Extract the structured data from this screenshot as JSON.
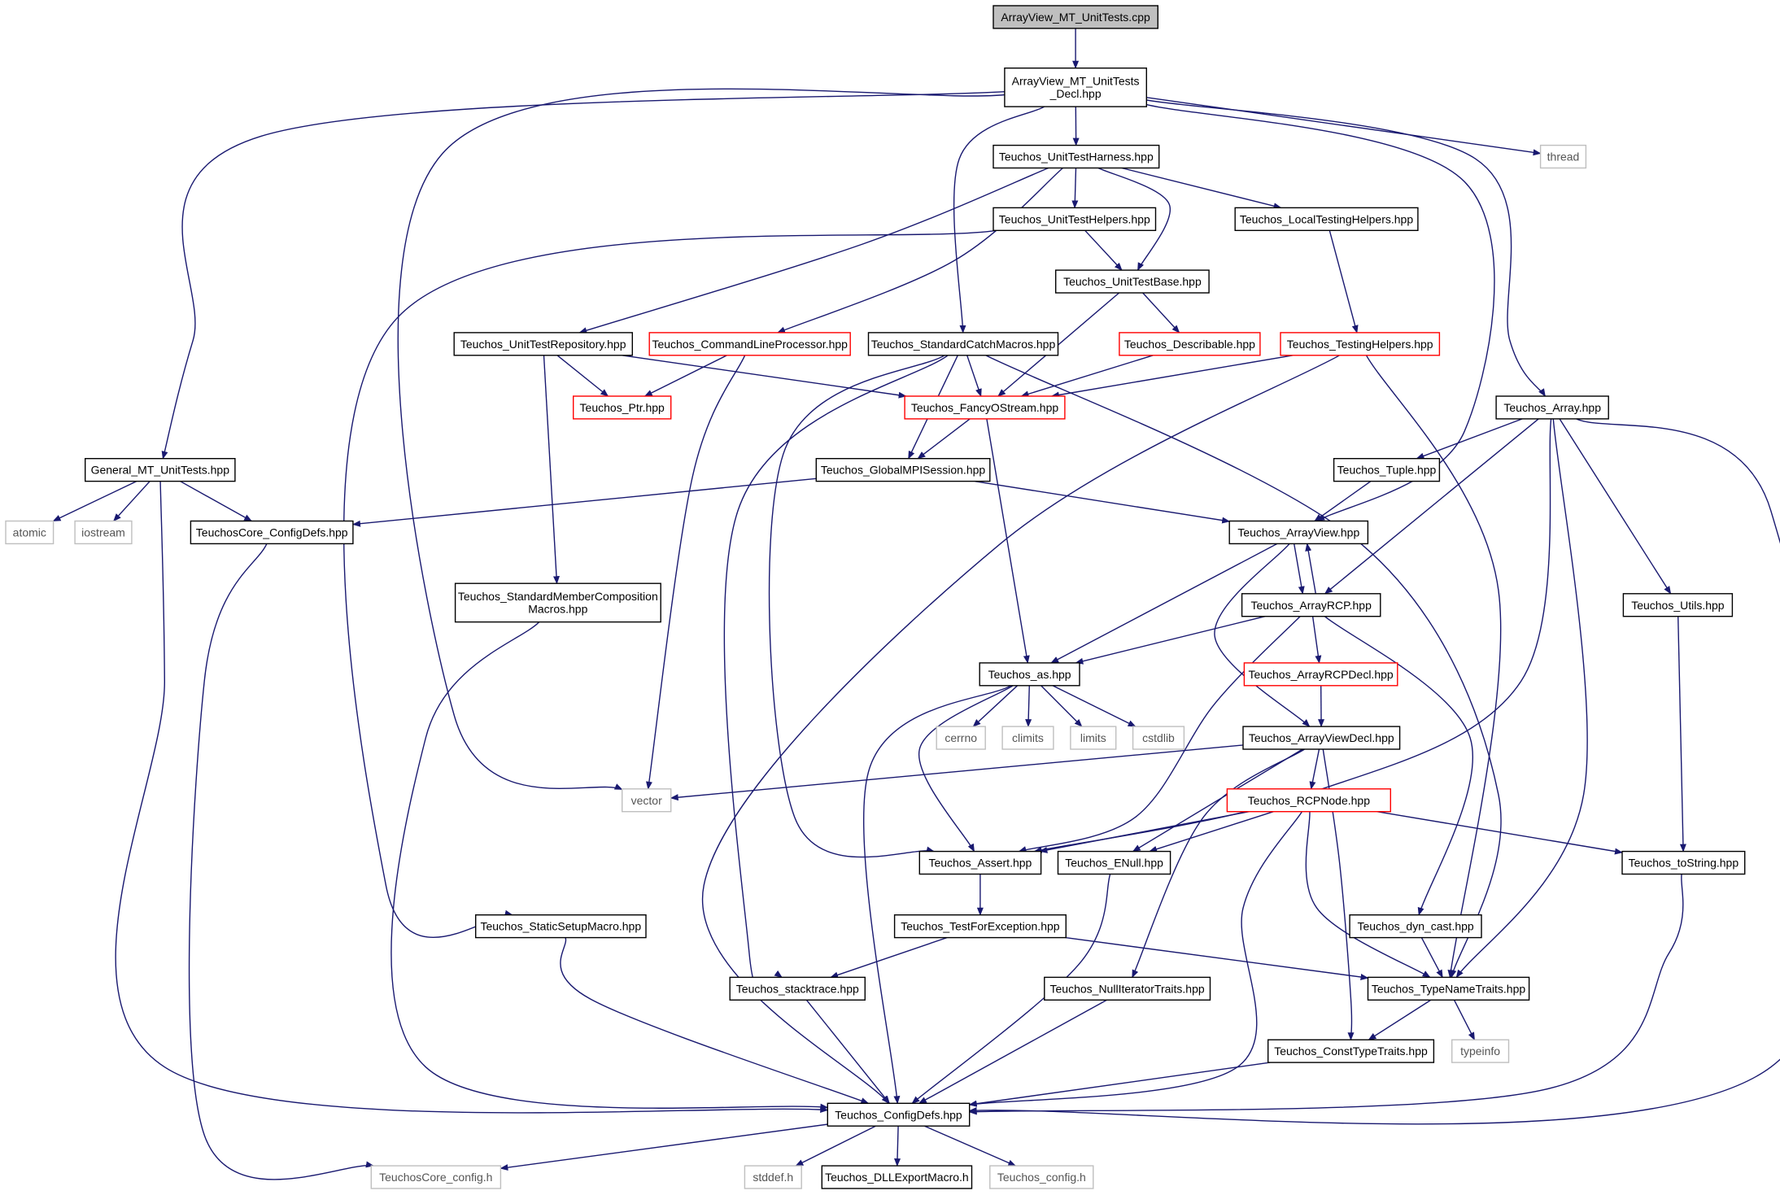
{
  "diagram": {
    "colors": {
      "edge": "#191970",
      "node_border": "#000000",
      "node_border_incomplete": "#ff0000",
      "node_border_system": "#bfbfbf",
      "node_fill": "#ffffff",
      "root_fill": "#bfbfbf",
      "text": "#000000"
    },
    "nodes": [
      {
        "id": "n0",
        "lines": [
          "ArrayView_MT_UnitTests.cpp"
        ],
        "kind": "root"
      },
      {
        "id": "n1",
        "lines": [
          "ArrayView_MT_UnitTests",
          "_Decl.hpp"
        ],
        "kind": "normal"
      },
      {
        "id": "n2",
        "lines": [
          "Teuchos_UnitTestHarness.hpp"
        ],
        "kind": "normal"
      },
      {
        "id": "n3",
        "lines": [
          "thread"
        ],
        "kind": "system"
      },
      {
        "id": "n4",
        "lines": [
          "Teuchos_UnitTestHelpers.hpp"
        ],
        "kind": "normal"
      },
      {
        "id": "n5",
        "lines": [
          "Teuchos_LocalTestingHelpers.hpp"
        ],
        "kind": "normal"
      },
      {
        "id": "n6",
        "lines": [
          "Teuchos_UnitTestBase.hpp"
        ],
        "kind": "normal"
      },
      {
        "id": "n7",
        "lines": [
          "Teuchos_UnitTestRepository.hpp"
        ],
        "kind": "normal"
      },
      {
        "id": "n8",
        "lines": [
          "Teuchos_CommandLineProcessor.hpp"
        ],
        "kind": "incomplete"
      },
      {
        "id": "n9",
        "lines": [
          "Teuchos_StandardCatchMacros.hpp"
        ],
        "kind": "normal"
      },
      {
        "id": "n10",
        "lines": [
          "Teuchos_Describable.hpp"
        ],
        "kind": "incomplete"
      },
      {
        "id": "n11",
        "lines": [
          "Teuchos_TestingHelpers.hpp"
        ],
        "kind": "incomplete"
      },
      {
        "id": "n12",
        "lines": [
          "Teuchos_Ptr.hpp"
        ],
        "kind": "incomplete"
      },
      {
        "id": "n13",
        "lines": [
          "Teuchos_FancyOStream.hpp"
        ],
        "kind": "incomplete"
      },
      {
        "id": "n14",
        "lines": [
          "Teuchos_Array.hpp"
        ],
        "kind": "normal"
      },
      {
        "id": "n15",
        "lines": [
          "General_MT_UnitTests.hpp"
        ],
        "kind": "normal"
      },
      {
        "id": "n16",
        "lines": [
          "Teuchos_GlobalMPISession.hpp"
        ],
        "kind": "normal"
      },
      {
        "id": "n17",
        "lines": [
          "Teuchos_Tuple.hpp"
        ],
        "kind": "normal"
      },
      {
        "id": "n18",
        "lines": [
          "atomic"
        ],
        "kind": "system"
      },
      {
        "id": "n19",
        "lines": [
          "iostream"
        ],
        "kind": "system"
      },
      {
        "id": "n20",
        "lines": [
          "TeuchosCore_ConfigDefs.hpp"
        ],
        "kind": "normal"
      },
      {
        "id": "n21",
        "lines": [
          "Teuchos_ArrayView.hpp"
        ],
        "kind": "normal"
      },
      {
        "id": "n22",
        "lines": [
          "Teuchos_StandardMemberComposition",
          "Macros.hpp"
        ],
        "kind": "normal"
      },
      {
        "id": "n23",
        "lines": [
          "Teuchos_ArrayRCP.hpp"
        ],
        "kind": "normal"
      },
      {
        "id": "n24",
        "lines": [
          "Teuchos_Utils.hpp"
        ],
        "kind": "normal"
      },
      {
        "id": "n25",
        "lines": [
          "Teuchos_as.hpp"
        ],
        "kind": "normal"
      },
      {
        "id": "n26",
        "lines": [
          "Teuchos_ArrayRCPDecl.hpp"
        ],
        "kind": "incomplete"
      },
      {
        "id": "n27",
        "lines": [
          "cerrno"
        ],
        "kind": "system"
      },
      {
        "id": "n28",
        "lines": [
          "climits"
        ],
        "kind": "system"
      },
      {
        "id": "n29",
        "lines": [
          "limits"
        ],
        "kind": "system"
      },
      {
        "id": "n30",
        "lines": [
          "cstdlib"
        ],
        "kind": "system"
      },
      {
        "id": "n31",
        "lines": [
          "Teuchos_ArrayViewDecl.hpp"
        ],
        "kind": "normal"
      },
      {
        "id": "n32",
        "lines": [
          "vector"
        ],
        "kind": "system"
      },
      {
        "id": "n33",
        "lines": [
          "Teuchos_RCPNode.hpp"
        ],
        "kind": "incomplete"
      },
      {
        "id": "n34",
        "lines": [
          "Teuchos_Assert.hpp"
        ],
        "kind": "normal"
      },
      {
        "id": "n35",
        "lines": [
          "Teuchos_ENull.hpp"
        ],
        "kind": "normal"
      },
      {
        "id": "n36",
        "lines": [
          "Teuchos_toString.hpp"
        ],
        "kind": "normal"
      },
      {
        "id": "n37",
        "lines": [
          "Teuchos_StaticSetupMacro.hpp"
        ],
        "kind": "normal"
      },
      {
        "id": "n38",
        "lines": [
          "Teuchos_TestForException.hpp"
        ],
        "kind": "normal"
      },
      {
        "id": "n39",
        "lines": [
          "Teuchos_dyn_cast.hpp"
        ],
        "kind": "normal"
      },
      {
        "id": "n40",
        "lines": [
          "Teuchos_stacktrace.hpp"
        ],
        "kind": "normal"
      },
      {
        "id": "n41",
        "lines": [
          "Teuchos_NullIteratorTraits.hpp"
        ],
        "kind": "normal"
      },
      {
        "id": "n42",
        "lines": [
          "Teuchos_TypeNameTraits.hpp"
        ],
        "kind": "normal"
      },
      {
        "id": "n43",
        "lines": [
          "Teuchos_ConstTypeTraits.hpp"
        ],
        "kind": "normal"
      },
      {
        "id": "n44",
        "lines": [
          "typeinfo"
        ],
        "kind": "system"
      },
      {
        "id": "n45",
        "lines": [
          "Teuchos_ConfigDefs.hpp"
        ],
        "kind": "normal"
      },
      {
        "id": "n46",
        "lines": [
          "TeuchosCore_config.h"
        ],
        "kind": "system"
      },
      {
        "id": "n47",
        "lines": [
          "stddef.h"
        ],
        "kind": "system"
      },
      {
        "id": "n48",
        "lines": [
          "Teuchos_DLLExportMacro.h"
        ],
        "kind": "normal"
      },
      {
        "id": "n49",
        "lines": [
          "Teuchos_config.h"
        ],
        "kind": "system"
      }
    ],
    "edges": [
      [
        "n0",
        "n1"
      ],
      [
        "n1",
        "n2"
      ],
      [
        "n1",
        "n3"
      ],
      [
        "n1",
        "n9"
      ],
      [
        "n1",
        "n14"
      ],
      [
        "n1",
        "n15"
      ],
      [
        "n1",
        "n21"
      ],
      [
        "n1",
        "n32"
      ],
      [
        "n2",
        "n4"
      ],
      [
        "n2",
        "n5"
      ],
      [
        "n2",
        "n6"
      ],
      [
        "n2",
        "n7"
      ],
      [
        "n2",
        "n8"
      ],
      [
        "n4",
        "n6"
      ],
      [
        "n4",
        "n37"
      ],
      [
        "n5",
        "n11"
      ],
      [
        "n6",
        "n10"
      ],
      [
        "n6",
        "n13"
      ],
      [
        "n7",
        "n12"
      ],
      [
        "n7",
        "n13"
      ],
      [
        "n7",
        "n22"
      ],
      [
        "n8",
        "n12"
      ],
      [
        "n8",
        "n32"
      ],
      [
        "n9",
        "n13"
      ],
      [
        "n9",
        "n16"
      ],
      [
        "n9",
        "n34"
      ],
      [
        "n9",
        "n40"
      ],
      [
        "n9",
        "n42"
      ],
      [
        "n10",
        "n13"
      ],
      [
        "n11",
        "n13"
      ],
      [
        "n11",
        "n42"
      ],
      [
        "n11",
        "n45"
      ],
      [
        "n13",
        "n16"
      ],
      [
        "n13",
        "n25"
      ],
      [
        "n14",
        "n17"
      ],
      [
        "n14",
        "n23"
      ],
      [
        "n14",
        "n24"
      ],
      [
        "n14",
        "n34"
      ],
      [
        "n14",
        "n42"
      ],
      [
        "n14",
        "n45"
      ],
      [
        "n15",
        "n18"
      ],
      [
        "n15",
        "n19"
      ],
      [
        "n15",
        "n20"
      ],
      [
        "n15",
        "n45"
      ],
      [
        "n16",
        "n20"
      ],
      [
        "n16",
        "n21"
      ],
      [
        "n17",
        "n21"
      ],
      [
        "n20",
        "n46"
      ],
      [
        "n21",
        "n23"
      ],
      [
        "n21",
        "n25"
      ],
      [
        "n21",
        "n31"
      ],
      [
        "n22",
        "n45"
      ],
      [
        "n23",
        "n21"
      ],
      [
        "n23",
        "n25"
      ],
      [
        "n23",
        "n26"
      ],
      [
        "n23",
        "n34"
      ],
      [
        "n23",
        "n39"
      ],
      [
        "n24",
        "n36"
      ],
      [
        "n25",
        "n27"
      ],
      [
        "n25",
        "n28"
      ],
      [
        "n25",
        "n29"
      ],
      [
        "n25",
        "n30"
      ],
      [
        "n25",
        "n34"
      ],
      [
        "n25",
        "n45"
      ],
      [
        "n26",
        "n31"
      ],
      [
        "n31",
        "n32"
      ],
      [
        "n31",
        "n33"
      ],
      [
        "n31",
        "n35"
      ],
      [
        "n31",
        "n41"
      ],
      [
        "n31",
        "n43"
      ],
      [
        "n33",
        "n34"
      ],
      [
        "n33",
        "n35"
      ],
      [
        "n33",
        "n36"
      ],
      [
        "n33",
        "n42"
      ],
      [
        "n33",
        "n45"
      ],
      [
        "n34",
        "n38"
      ],
      [
        "n35",
        "n45"
      ],
      [
        "n36",
        "n45"
      ],
      [
        "n37",
        "n45"
      ],
      [
        "n38",
        "n40"
      ],
      [
        "n38",
        "n42"
      ],
      [
        "n39",
        "n42"
      ],
      [
        "n40",
        "n45"
      ],
      [
        "n41",
        "n45"
      ],
      [
        "n42",
        "n43"
      ],
      [
        "n42",
        "n44"
      ],
      [
        "n43",
        "n45"
      ],
      [
        "n45",
        "n46"
      ],
      [
        "n45",
        "n47"
      ],
      [
        "n45",
        "n48"
      ],
      [
        "n45",
        "n49"
      ]
    ]
  }
}
